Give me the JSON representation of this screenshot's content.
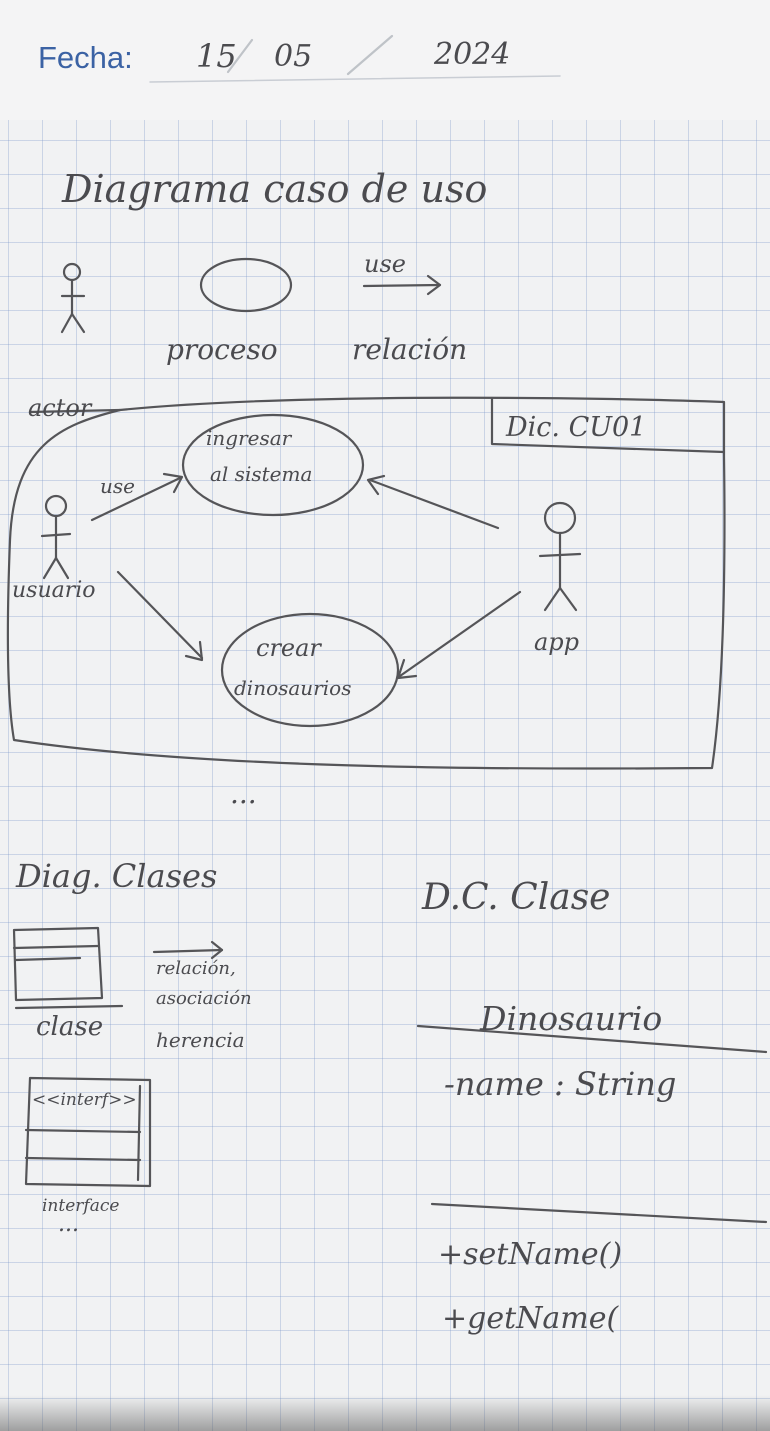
{
  "header": {
    "date_label": "Fecha:",
    "day": "15",
    "month": "05",
    "year": "2024"
  },
  "use_case": {
    "title": "Diagrama caso de uso",
    "legend": {
      "use_arrow_label": "use",
      "process_label": "proceso",
      "relation_label": "relación",
      "actor_label": "actor"
    },
    "diagram": {
      "id_label": "Dic. CU01",
      "actor_user": "usuario",
      "actor_app": "app",
      "use_label": "use",
      "process_login_line1": "ingresar",
      "process_login_line2": "al sistema",
      "process_create_line1": "crear",
      "process_create_line2": "dinosaurios"
    },
    "ellipsis": "..."
  },
  "class_diagrams": {
    "title": "Diag. Clases",
    "class_label": "clase",
    "relations_line1": "relación,",
    "relations_line2": "asociación",
    "relations_line3": "herencia",
    "interface_box_label": "<<interf>>",
    "interface_label": "interface",
    "ellipsis": "..."
  },
  "class_example": {
    "title": "D.C. Clase",
    "class_name": "Dinosaurio",
    "attribute": "-name : String",
    "method_1": "+setName()",
    "method_2": "+getName("
  }
}
